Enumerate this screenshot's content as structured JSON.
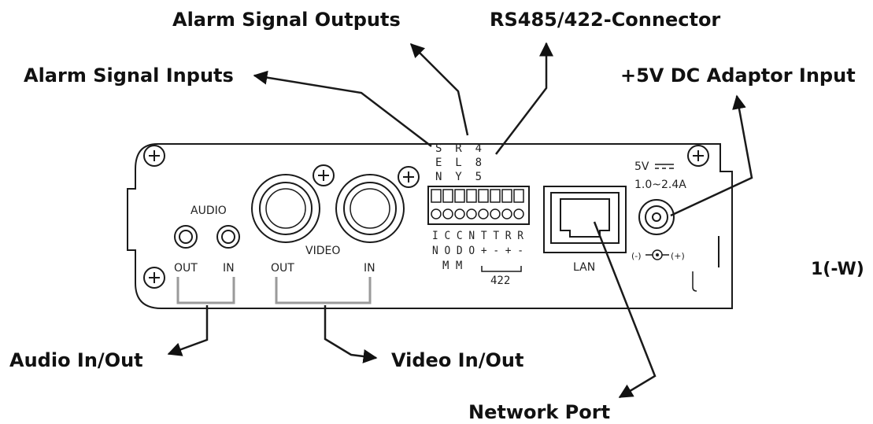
{
  "callouts": {
    "alarm_outputs": "Alarm Signal Outputs",
    "rs485_connector": "RS485/422-Connector",
    "alarm_inputs": "Alarm Signal Inputs",
    "dc_input": "+5V DC Adaptor Input",
    "audio_io": "Audio In/Out",
    "video_io": "Video In/Out",
    "network_port": "Network Port"
  },
  "panel": {
    "audio": "AUDIO",
    "video": "VIDEO",
    "audio_out": "OUT",
    "audio_in": "IN",
    "video_out": "OUT",
    "video_in": "IN",
    "lan": "LAN",
    "power_voltage": "5V",
    "power_current": "1.0~2.4A",
    "polarity_neg": "(-)",
    "polarity_pos": "(+)",
    "model_suffix": "1(-W)"
  },
  "terminal": {
    "top_rows": [
      "S  R  4",
      "E  L  8",
      "N  Y  5"
    ],
    "bottom_rows": [
      "I C C N T T R R",
      "N O D O + - + -",
      "M M"
    ],
    "group_422": "422"
  },
  "colors": {
    "ink": "#1a1a1a",
    "bracket": "#9a9a9a"
  }
}
